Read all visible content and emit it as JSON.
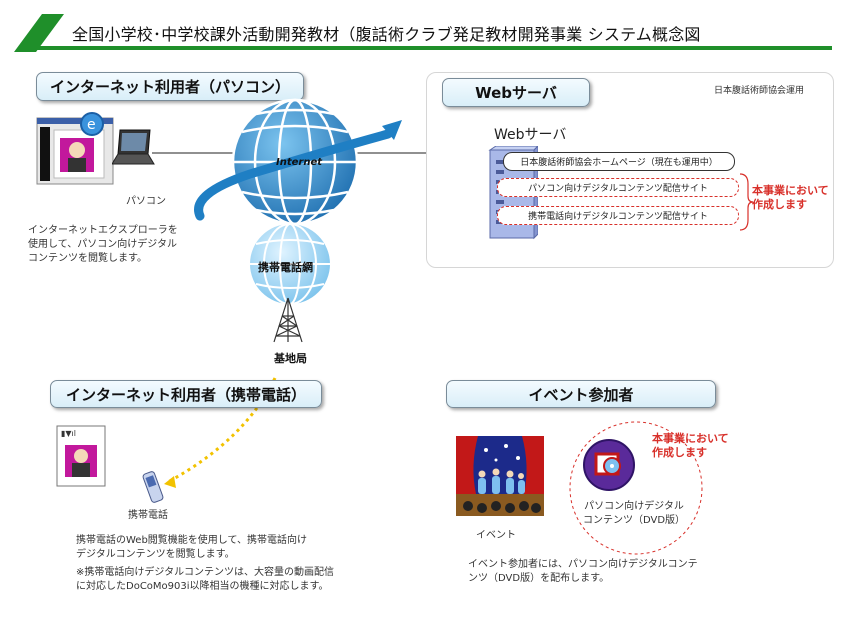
{
  "header": {
    "title": "全国小学校･中学校課外活動開発教材（腹話術クラブ発足教材開発事業 システム概念図",
    "accent_color": "#1f8f2a"
  },
  "pc_user": {
    "heading": "インターネット利用者（パソコン）",
    "device_label": "パソコン",
    "description": [
      "インターネットエクスプローラを",
      "使用して、パソコン向けデジタル",
      "コンテンツを閲覧します。"
    ]
  },
  "network": {
    "internet_label": "Internet",
    "mobile_network_label": "携帯電話網",
    "base_station_label": "基地局"
  },
  "web_server": {
    "heading": "Webサーバ",
    "operator_note": "日本腹話術師協会運用",
    "server_label": "Webサーバ",
    "sites": [
      "日本腹話術師協会ホームページ（現在も運用中）",
      "パソコン向けデジタルコンテンツ配信サイト",
      "携帯電話向けデジタルコンテンツ配信サイト"
    ],
    "project_note": [
      "本事業において",
      "作成します"
    ]
  },
  "mobile_user": {
    "heading": "インターネット利用者（携帯電話）",
    "device_label": "携帯電話",
    "description": [
      "携帯電話のWeb閲覧機能を使用して、携帯電話向け",
      "デジタルコンテンツを閲覧します。"
    ],
    "note": [
      "※携帯電話向けデジタルコンテンツは、大容量の動画配信",
      "に対応したDoCoMo903i以降相当の機種に対応します。"
    ]
  },
  "event": {
    "heading": "イベント参加者",
    "event_label": "イベント",
    "dvd_label": [
      "パソコン向けデジタル",
      "コンテンツ（DVD版）"
    ],
    "project_note": [
      "本事業において",
      "作成します"
    ],
    "description": [
      "イベント参加者には、パソコン向けデジタルコンテ",
      "ンツ（DVD版）を配布します。"
    ]
  },
  "colors": {
    "globe_blue": "#2f86c6",
    "globe_light": "#5fb3e6",
    "red_note": "#d8302a",
    "dotted_yellow": "#f2c200",
    "pill_border": "#7a8c99"
  }
}
